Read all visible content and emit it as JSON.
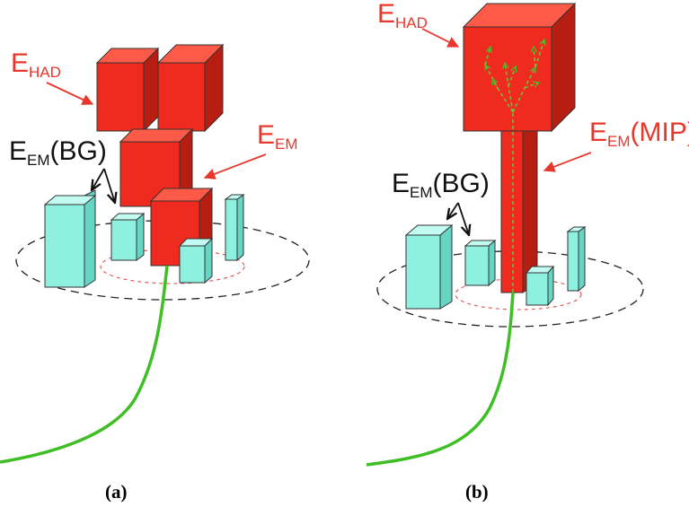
{
  "colors": {
    "calorimeter_red": "#ee2b1e",
    "background_cell_cyan": "#8ef0df",
    "track_green": "#3fbf25",
    "label_red": "#e8372c",
    "label_black": "#111111"
  },
  "panel_a": {
    "caption": "(a)",
    "label_had": {
      "main": "E",
      "sub": "HAD",
      "suffix": ""
    },
    "label_em": {
      "main": "E",
      "sub": "EM",
      "suffix": ""
    },
    "label_bg": {
      "main": "E",
      "sub": "EM",
      "suffix": "(BG)"
    }
  },
  "panel_b": {
    "caption": "(b)",
    "label_had": {
      "main": "E",
      "sub": "HAD",
      "suffix": ""
    },
    "label_mip": {
      "main": "E",
      "sub": "EM",
      "suffix": "(MIP)"
    },
    "label_bg": {
      "main": "E",
      "sub": "EM",
      "suffix": "(BG)"
    }
  }
}
